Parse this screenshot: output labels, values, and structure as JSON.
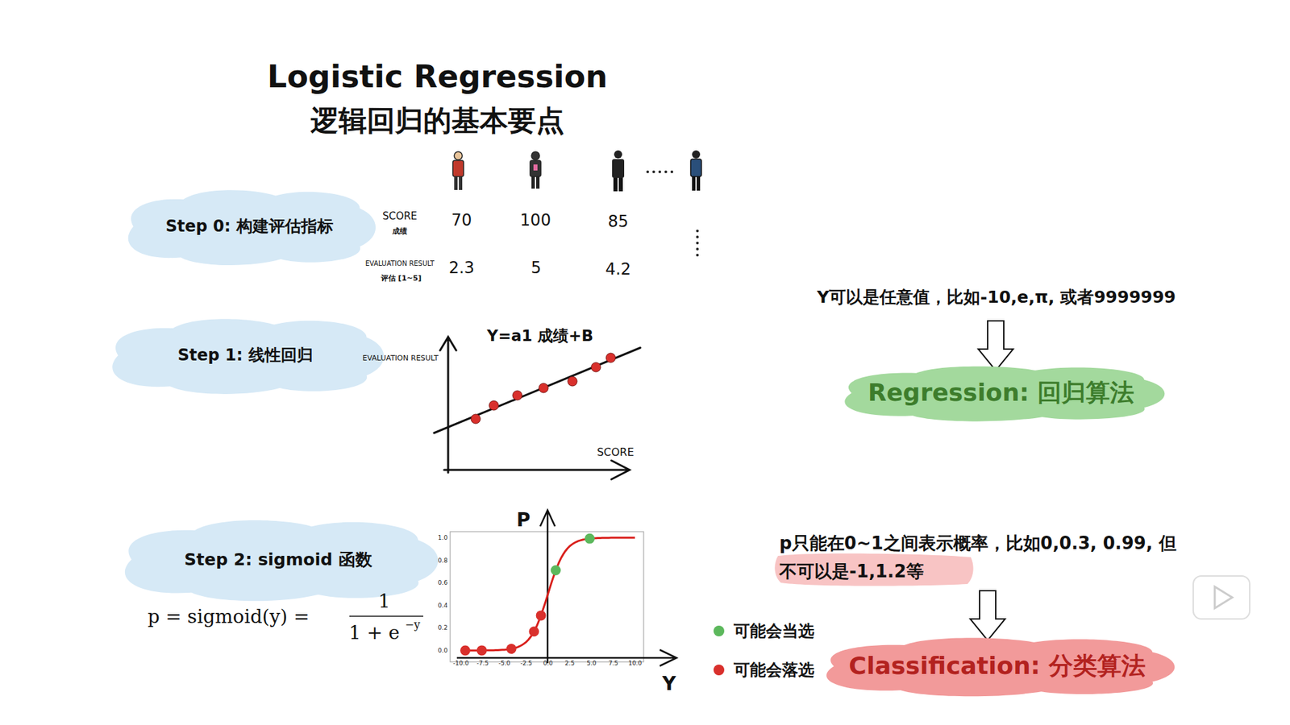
{
  "diagram": {
    "title": "Logistic Regression",
    "nodes": [
      {
        "text": [
          "Step 0: 构建评估指标"
        ]
      },
      {
        "text": [
          "Step 1: 线性回归"
        ]
      },
      {
        "text": [
          "Step 2: sigmoid 函数"
        ]
      },
      {
        "text": [
          "Regression: 回归算法"
        ]
      },
      {
        "text": [
          "Classification: 分类算法"
        ]
      }
    ],
    "labels": [
      "逻辑回归的基本要点",
      "SCORE",
      "成绩",
      "70",
      "100",
      "85",
      "EVALUATION RESULT",
      "评估 [1~5]",
      "2.3",
      "5",
      "4.2",
      "Y=a1 成绩+B",
      "EVALUATION RESULT",
      "SCORE",
      "p = sigmoid(y) =",
      "1",
      "1 + e",
      "−y",
      "P",
      "Y",
      "1.0",
      "0.8",
      "0.6",
      "0.4",
      "0.2",
      "0.0",
      "-10.0",
      "-7.5",
      "-5.0",
      "-2.5",
      "0.0",
      "2.5",
      "5.0",
      "7.5",
      "10.0",
      "Y可以是任意值，比如-10,e,π, 或者9999999",
      "p只能在0~1之间表示概率，比如0,0.3, 0.99, 但不可以是-1,1.2等"
    ],
    "legend": [
      {
        "text": "可能会当选",
        "color": "#5cb85c"
      },
      {
        "text": "可能会落选",
        "color": "#d9302c"
      }
    ]
  }
}
